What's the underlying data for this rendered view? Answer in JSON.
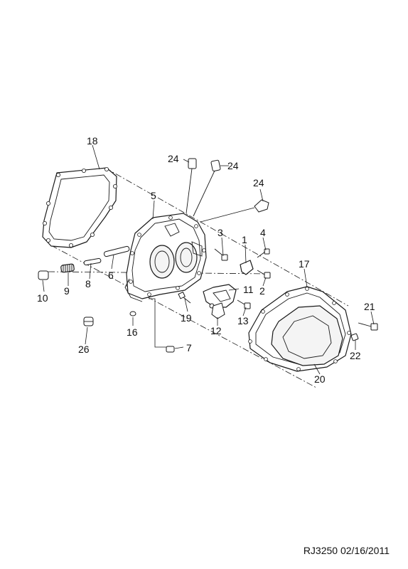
{
  "diagram": {
    "callouts": [
      "1",
      "2",
      "3",
      "4",
      "5",
      "6",
      "7",
      "8",
      "9",
      "10",
      "11",
      "12",
      "13",
      "16",
      "17",
      "18",
      "19",
      "20",
      "21",
      "22",
      "24",
      "24",
      "24",
      "26"
    ]
  },
  "footer": {
    "code": "RJ3250",
    "date": "02/16/2011"
  }
}
